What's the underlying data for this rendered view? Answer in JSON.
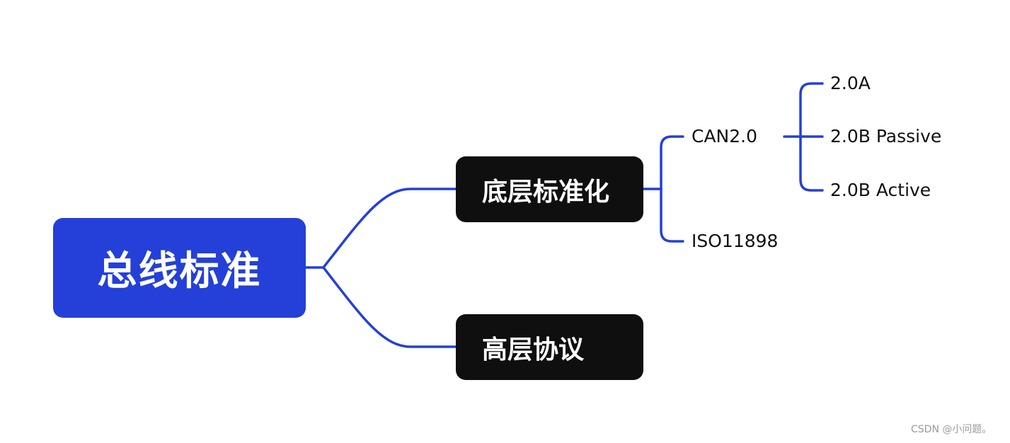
{
  "colors": {
    "root_fill": "#2440d8",
    "branch_fill": "#0f0f0f",
    "connector": "#2440d8",
    "leaf_text": "#111111",
    "watermark_text": "#9a9a9a"
  },
  "mindmap": {
    "root": {
      "label": "总线标准"
    },
    "branches": [
      {
        "label": "底层标准化",
        "children": [
          {
            "label": "CAN2.0",
            "children": [
              {
                "label": "2.0A"
              },
              {
                "label": "2.0B Passive"
              },
              {
                "label": "2.0B Active"
              }
            ]
          },
          {
            "label": "ISO11898"
          }
        ]
      },
      {
        "label": "高层协议"
      }
    ]
  },
  "watermark": "CSDN @小问题。"
}
